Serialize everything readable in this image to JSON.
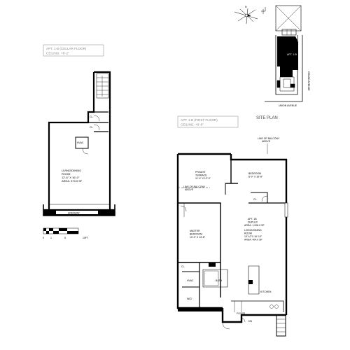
{
  "lower_plan": {
    "title_line1": "APT. 1-B (CELLAR FLOOR)",
    "title_line2": "CEILING: +8'-2\"",
    "hvac": "HVAC",
    "cl_1": "CL.",
    "cl_2": "CL.",
    "room_name": "LIVING/DINING",
    "room_word": "ROOM",
    "room_dim": "12'-6\" X 16'-0\"",
    "room_area": "AREA: 370.0 SF",
    "areaway": "AREAWAY"
  },
  "scale_bar": {
    "tick_0": "0",
    "tick_1": "1",
    "tick_5": "5",
    "tick_10": "10FT"
  },
  "upper_plan": {
    "title_line1": "APT. 1-B (FIRST FLOOR)",
    "title_line2": "CEILING: +9'-8\"",
    "balcony_line1": "LINE OF BALCONY",
    "balcony_line2": "ABOVE",
    "terrace_name": "PRIVATE",
    "terrace_word": "TERRACE",
    "terrace_dim": "11'-9\" X 12'-3\"",
    "balcony2_line1": "LINE OF BALCONY",
    "balcony2_line2": "ABOVE",
    "bedroom_name": "BEDROOM",
    "bedroom_dim": "8'-0\" X 16'-8\"",
    "bedroom_cl": "CL.",
    "apt_tag": "APT. 1B",
    "apt_type": "DUPLEX",
    "apt_area": "AREA: 1,006.0 SF",
    "living_name": "LIVING/DINING",
    "living_word": "ROOM",
    "living_dim": "13'-10\"X 16'-10\"",
    "living_area": "AREA: 404.0 SF",
    "master_name": "MASTER",
    "master_word": "BEDROOM",
    "master_dim": "10'-0\" X 13'-8\"",
    "master_cl": "CL.",
    "hvac": "HVAC",
    "bath": "BATH",
    "wd": "W/D",
    "kitchen": "KITCHEN",
    "foyer": "FOYER",
    "dn": "DN"
  },
  "site_plan": {
    "title": "SITE PLAN",
    "street_bottom": "UNION AVENUE",
    "street_right": "GRAND AVENUE",
    "lot_label": "APT. 1-B",
    "compass_n": "N"
  }
}
